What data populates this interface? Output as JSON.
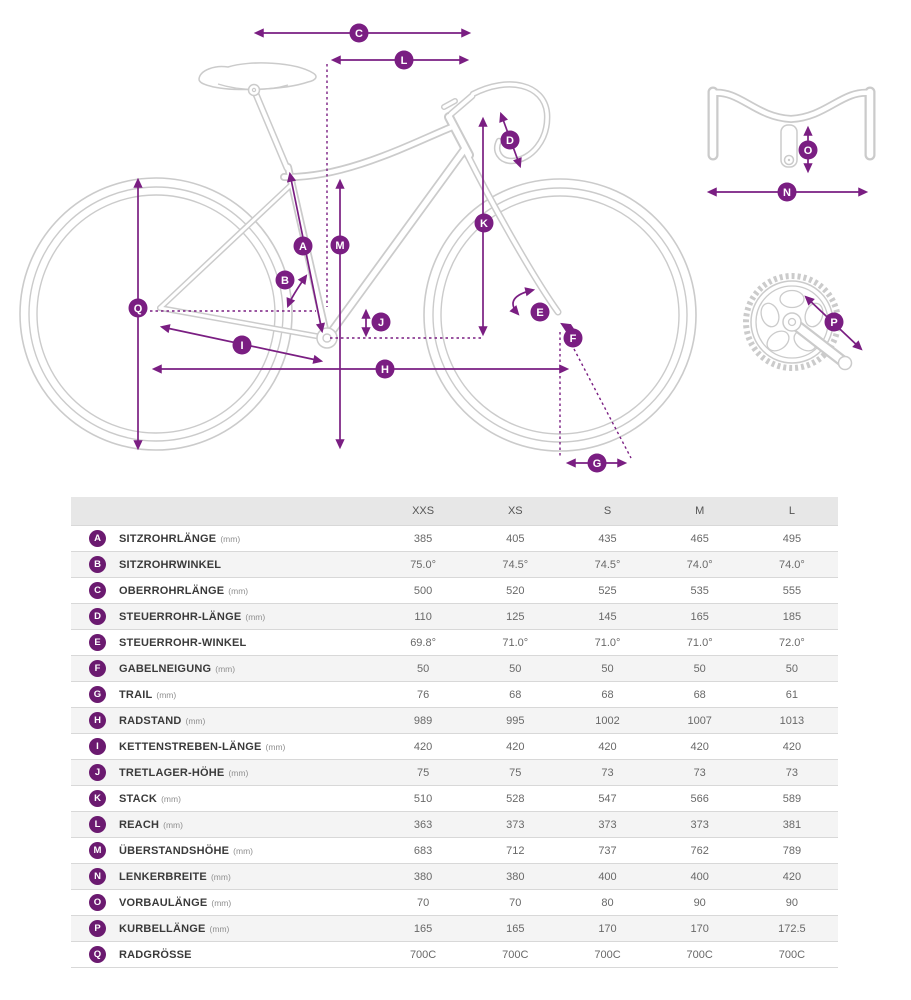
{
  "colors": {
    "accent": "#7A1E82",
    "table_circle": "#6B1A70",
    "line_art": "#CBCBCB",
    "header_bg": "#E7E7E7",
    "row_alt_bg": "#F4F4F4"
  },
  "diagram": {
    "markers": {
      "A": "A",
      "B": "B",
      "C": "C",
      "D": "D",
      "E": "E",
      "F": "F",
      "G": "G",
      "H": "H",
      "I": "I",
      "J": "J",
      "K": "K",
      "L": "L",
      "M": "M",
      "N": "N",
      "O": "O",
      "P": "P",
      "Q": "Q"
    }
  },
  "table": {
    "columns": [
      "XXS",
      "XS",
      "S",
      "M",
      "L"
    ],
    "rows": [
      {
        "letter": "A",
        "label": "SITZROHRLÄNGE",
        "unit": "(mm)",
        "values": [
          "385",
          "405",
          "435",
          "465",
          "495"
        ]
      },
      {
        "letter": "B",
        "label": "SITZROHRWINKEL",
        "unit": "",
        "values": [
          "75.0°",
          "74.5°",
          "74.5°",
          "74.0°",
          "74.0°"
        ]
      },
      {
        "letter": "C",
        "label": "OBERROHRLÄNGE",
        "unit": "(mm)",
        "values": [
          "500",
          "520",
          "525",
          "535",
          "555"
        ]
      },
      {
        "letter": "D",
        "label": "STEUERROHR-LÄNGE",
        "unit": "(mm)",
        "values": [
          "110",
          "125",
          "145",
          "165",
          "185"
        ]
      },
      {
        "letter": "E",
        "label": "STEUERROHR-WINKEL",
        "unit": "",
        "values": [
          "69.8°",
          "71.0°",
          "71.0°",
          "71.0°",
          "72.0°"
        ]
      },
      {
        "letter": "F",
        "label": "GABELNEIGUNG",
        "unit": "(mm)",
        "values": [
          "50",
          "50",
          "50",
          "50",
          "50"
        ]
      },
      {
        "letter": "G",
        "label": "TRAIL",
        "unit": "(mm)",
        "values": [
          "76",
          "68",
          "68",
          "68",
          "61"
        ]
      },
      {
        "letter": "H",
        "label": "RADSTAND",
        "unit": "(mm)",
        "values": [
          "989",
          "995",
          "1002",
          "1007",
          "1013"
        ]
      },
      {
        "letter": "I",
        "label": "KETTENSTREBEN-LÄNGE",
        "unit": "(mm)",
        "values": [
          "420",
          "420",
          "420",
          "420",
          "420"
        ]
      },
      {
        "letter": "J",
        "label": "TRETLAGER-HÖHE",
        "unit": "(mm)",
        "values": [
          "75",
          "75",
          "73",
          "73",
          "73"
        ]
      },
      {
        "letter": "K",
        "label": "STACK",
        "unit": "(mm)",
        "values": [
          "510",
          "528",
          "547",
          "566",
          "589"
        ]
      },
      {
        "letter": "L",
        "label": "REACH",
        "unit": "(mm)",
        "values": [
          "363",
          "373",
          "373",
          "373",
          "381"
        ]
      },
      {
        "letter": "M",
        "label": "ÜBERSTANDSHÖHE",
        "unit": "(mm)",
        "values": [
          "683",
          "712",
          "737",
          "762",
          "789"
        ]
      },
      {
        "letter": "N",
        "label": "LENKERBREITE",
        "unit": "(mm)",
        "values": [
          "380",
          "380",
          "400",
          "400",
          "420"
        ]
      },
      {
        "letter": "O",
        "label": "VORBAULÄNGE",
        "unit": "(mm)",
        "values": [
          "70",
          "70",
          "80",
          "90",
          "90"
        ]
      },
      {
        "letter": "P",
        "label": "KURBELLÄNGE",
        "unit": "(mm)",
        "values": [
          "165",
          "165",
          "170",
          "170",
          "172.5"
        ]
      },
      {
        "letter": "Q",
        "label": "RADGRÖSSE",
        "unit": "",
        "values": [
          "700C",
          "700C",
          "700C",
          "700C",
          "700C"
        ]
      }
    ]
  }
}
